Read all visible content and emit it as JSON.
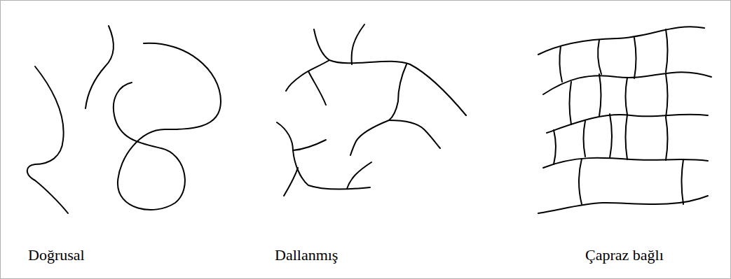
{
  "diagram": {
    "labels": [
      "Doğrusal",
      "Dallanmış",
      "Çapraz bağlı"
    ]
  }
}
